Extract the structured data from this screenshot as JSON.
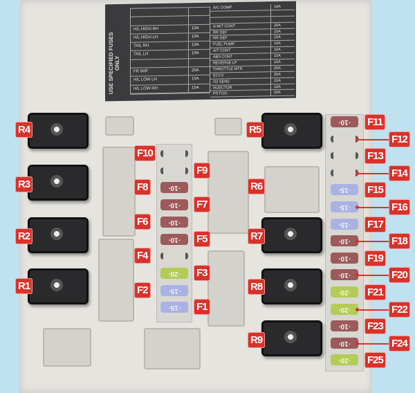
{
  "decal": {
    "side_text": "USE SPECIFIED FUSES ONLY",
    "left_table": [
      [
        "",
        ""
      ],
      [
        "",
        ""
      ],
      [
        "H/L HIGH RH",
        "10A"
      ],
      [
        "H/L HIGH LH",
        "10A"
      ],
      [
        "TAIL RH",
        "10A"
      ],
      [
        "TAIL LH",
        "10A"
      ],
      [
        "",
        ""
      ],
      [
        "FR WIP",
        "20A"
      ],
      [
        "H/L LOW LH",
        "15A"
      ],
      [
        "H/L LOW RH",
        "15A"
      ]
    ],
    "right_table": [
      [
        "A/C COMP",
        "10A"
      ],
      [
        "",
        ""
      ],
      [
        "",
        ""
      ],
      [
        "A-M/T CONT",
        "20A"
      ],
      [
        "RR DEF",
        "15A"
      ],
      [
        "RR DEF",
        "15A"
      ],
      [
        "FUEL PUMP",
        "15A"
      ],
      [
        "A/T CONT",
        "10A"
      ],
      [
        "ABS CONT",
        "10A"
      ],
      [
        "REVERSE LP",
        "10A"
      ],
      [
        "THROTTLE MTR",
        "20A"
      ],
      [
        "ECCS",
        "20A"
      ],
      [
        "O2 SENS",
        "10A"
      ],
      [
        "INJECTOR",
        "10A"
      ],
      [
        "FR FOG",
        "20A"
      ]
    ]
  },
  "relays": [
    "R1",
    "R2",
    "R3",
    "R4",
    "R5",
    "R6",
    "R7",
    "R8",
    "R9"
  ],
  "center_fuses": [
    {
      "label": "F10",
      "rating": "",
      "color": ""
    },
    {
      "label": "F9",
      "rating": "",
      "color": ""
    },
    {
      "label": "F8",
      "rating": "10",
      "color": "#9c5a5a"
    },
    {
      "label": "F7",
      "rating": "10",
      "color": "#9c5a5a"
    },
    {
      "label": "F6",
      "rating": "10",
      "color": "#9c5a5a"
    },
    {
      "label": "F5",
      "rating": "10",
      "color": "#9c5a5a"
    },
    {
      "label": "F4",
      "rating": "",
      "color": ""
    },
    {
      "label": "F3",
      "rating": "20",
      "color": "#b3cc55"
    },
    {
      "label": "F2",
      "rating": "15",
      "color": "#aab2e4"
    },
    {
      "label": "F1",
      "rating": "15",
      "color": "#aab2e4"
    }
  ],
  "right_fuses": [
    {
      "label": "F11",
      "rating": "10",
      "color": "#9c5a5a"
    },
    {
      "label": "F12",
      "rating": "",
      "color": ""
    },
    {
      "label": "F13",
      "rating": "",
      "color": ""
    },
    {
      "label": "F14",
      "rating": "",
      "color": ""
    },
    {
      "label": "F15",
      "rating": "15",
      "color": "#aab2e4"
    },
    {
      "label": "F16",
      "rating": "15",
      "color": "#aab2e4"
    },
    {
      "label": "F17",
      "rating": "15",
      "color": "#aab2e4"
    },
    {
      "label": "F18",
      "rating": "10",
      "color": "#9c5a5a"
    },
    {
      "label": "F19",
      "rating": "10",
      "color": "#9c5a5a"
    },
    {
      "label": "F20",
      "rating": "10",
      "color": "#9c5a5a"
    },
    {
      "label": "F21",
      "rating": "20",
      "color": "#b3cc55"
    },
    {
      "label": "F22",
      "rating": "20",
      "color": "#b3cc55"
    },
    {
      "label": "F23",
      "rating": "10",
      "color": "#9c5a5a"
    },
    {
      "label": "F24",
      "rating": "10",
      "color": "#9c5a5a"
    },
    {
      "label": "F25",
      "rating": "20",
      "color": "#b3cc55"
    }
  ]
}
